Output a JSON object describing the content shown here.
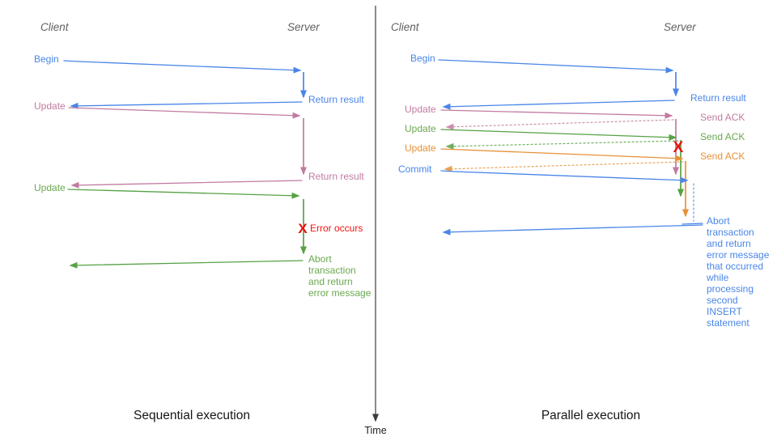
{
  "palette": {
    "blue": "#4a86e8",
    "pink": "#c27ba0",
    "green": "#6aa84f",
    "orange": "#e69138",
    "red": "#ee0f0f",
    "header_gray": "#606060",
    "axis_gray": "#3c3c3c",
    "caption_black": "#161616"
  },
  "time_axis": {
    "label": "Time"
  },
  "left_panel": {
    "caption": "Sequential execution",
    "client_header": "Client",
    "server_header": "Server",
    "begin_label": "Begin",
    "return_result_1": "Return result",
    "update_1": "Update",
    "return_result_2": "Return result",
    "update_2": "Update",
    "error_x": "X",
    "error_label": "Error occurs",
    "abort_lines": [
      "Abort",
      "transaction",
      "and return",
      "error message"
    ]
  },
  "right_panel": {
    "caption": "Parallel execution",
    "client_header": "Client",
    "server_header": "Server",
    "begin_label": "Begin",
    "return_result": "Return result",
    "update_1": "Update",
    "send_ack_1": "Send ACK",
    "update_2": "Update",
    "send_ack_2": "Send ACK",
    "update_3": "Update",
    "send_ack_3": "Send ACK",
    "commit_label": "Commit",
    "error_x": "X",
    "abort_lines": [
      "Abort",
      "transaction",
      "and return",
      "error message",
      "that occurred",
      "while",
      "processing",
      "second",
      "INSERT",
      "statement"
    ]
  }
}
